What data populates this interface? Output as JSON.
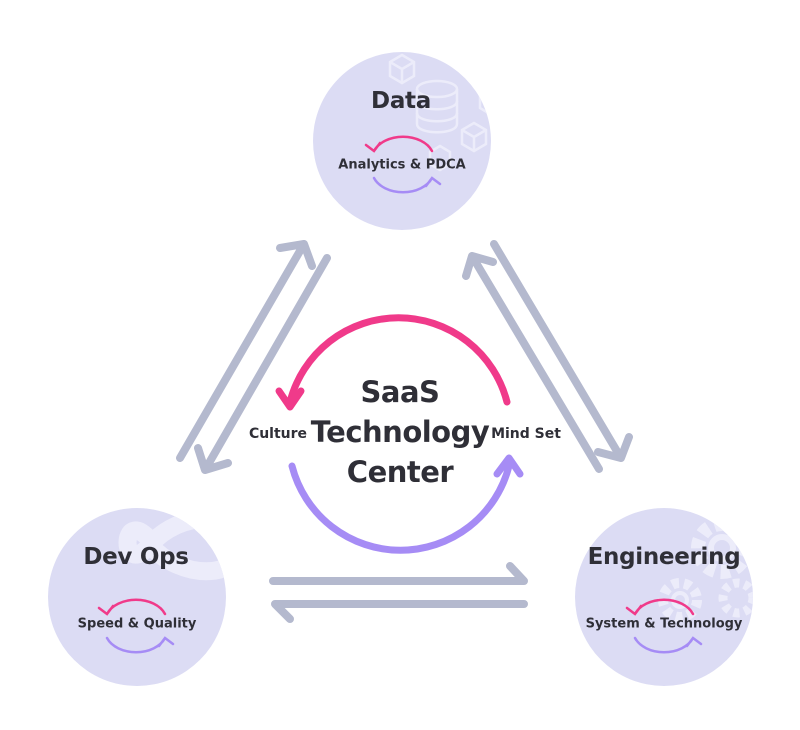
{
  "colors": {
    "node_fill": "#dcdcf4",
    "node_deco": "#ececfa",
    "connector": "#b4b9ce",
    "accent_pink": "#f03a8a",
    "accent_purple": "#a68cf5",
    "text": "#2f2f37"
  },
  "center": {
    "title_line1": "SaaS",
    "title_line2": "Technology",
    "title_line3": "Center",
    "left_label": "Culture",
    "right_label": "Mind Set"
  },
  "nodes": {
    "data": {
      "title": "Data",
      "subtitle": "Analytics & PDCA",
      "icon": "database-cubes-icon"
    },
    "devops": {
      "title": "Dev Ops",
      "subtitle": "Speed & Quality",
      "icon": "infinity-icon"
    },
    "engineering": {
      "title": "Engineering",
      "subtitle": "System & Technology",
      "icon": "gears-icon"
    }
  }
}
